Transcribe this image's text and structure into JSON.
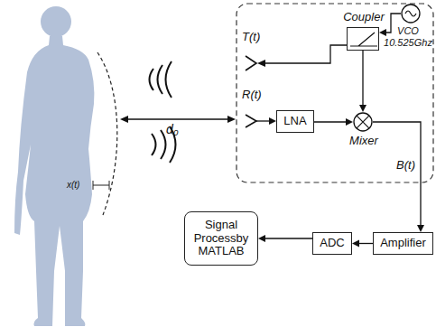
{
  "diagram": {
    "nodes": [
      {
        "text": [
          "Coupler"
        ]
      },
      {
        "text": [
          "VCO 10.525Ghz"
        ]
      },
      {
        "text": [
          "LNA"
        ]
      },
      {
        "text": [
          "Mixer"
        ]
      },
      {
        "text": [
          "Signal Processby MATLAB"
        ]
      },
      {
        "text": [
          "ADC"
        ]
      },
      {
        "text": [
          "Amplifier"
        ]
      }
    ],
    "edges": [
      {
        "from": 1,
        "to": 0,
        "arrow": "to"
      },
      {
        "from": 0,
        "to": 3,
        "arrow": "to"
      },
      {
        "from": 2,
        "to": 3,
        "arrow": "to"
      },
      {
        "from": 3,
        "to": 6,
        "label": "B(t)",
        "arrow": "to"
      },
      {
        "from": 6,
        "to": 5,
        "arrow": "to"
      },
      {
        "from": 5,
        "to": 4,
        "arrow": "to"
      }
    ],
    "labels": [
      "T(t)",
      "R(t)",
      "d₀",
      "x(t)"
    ]
  }
}
